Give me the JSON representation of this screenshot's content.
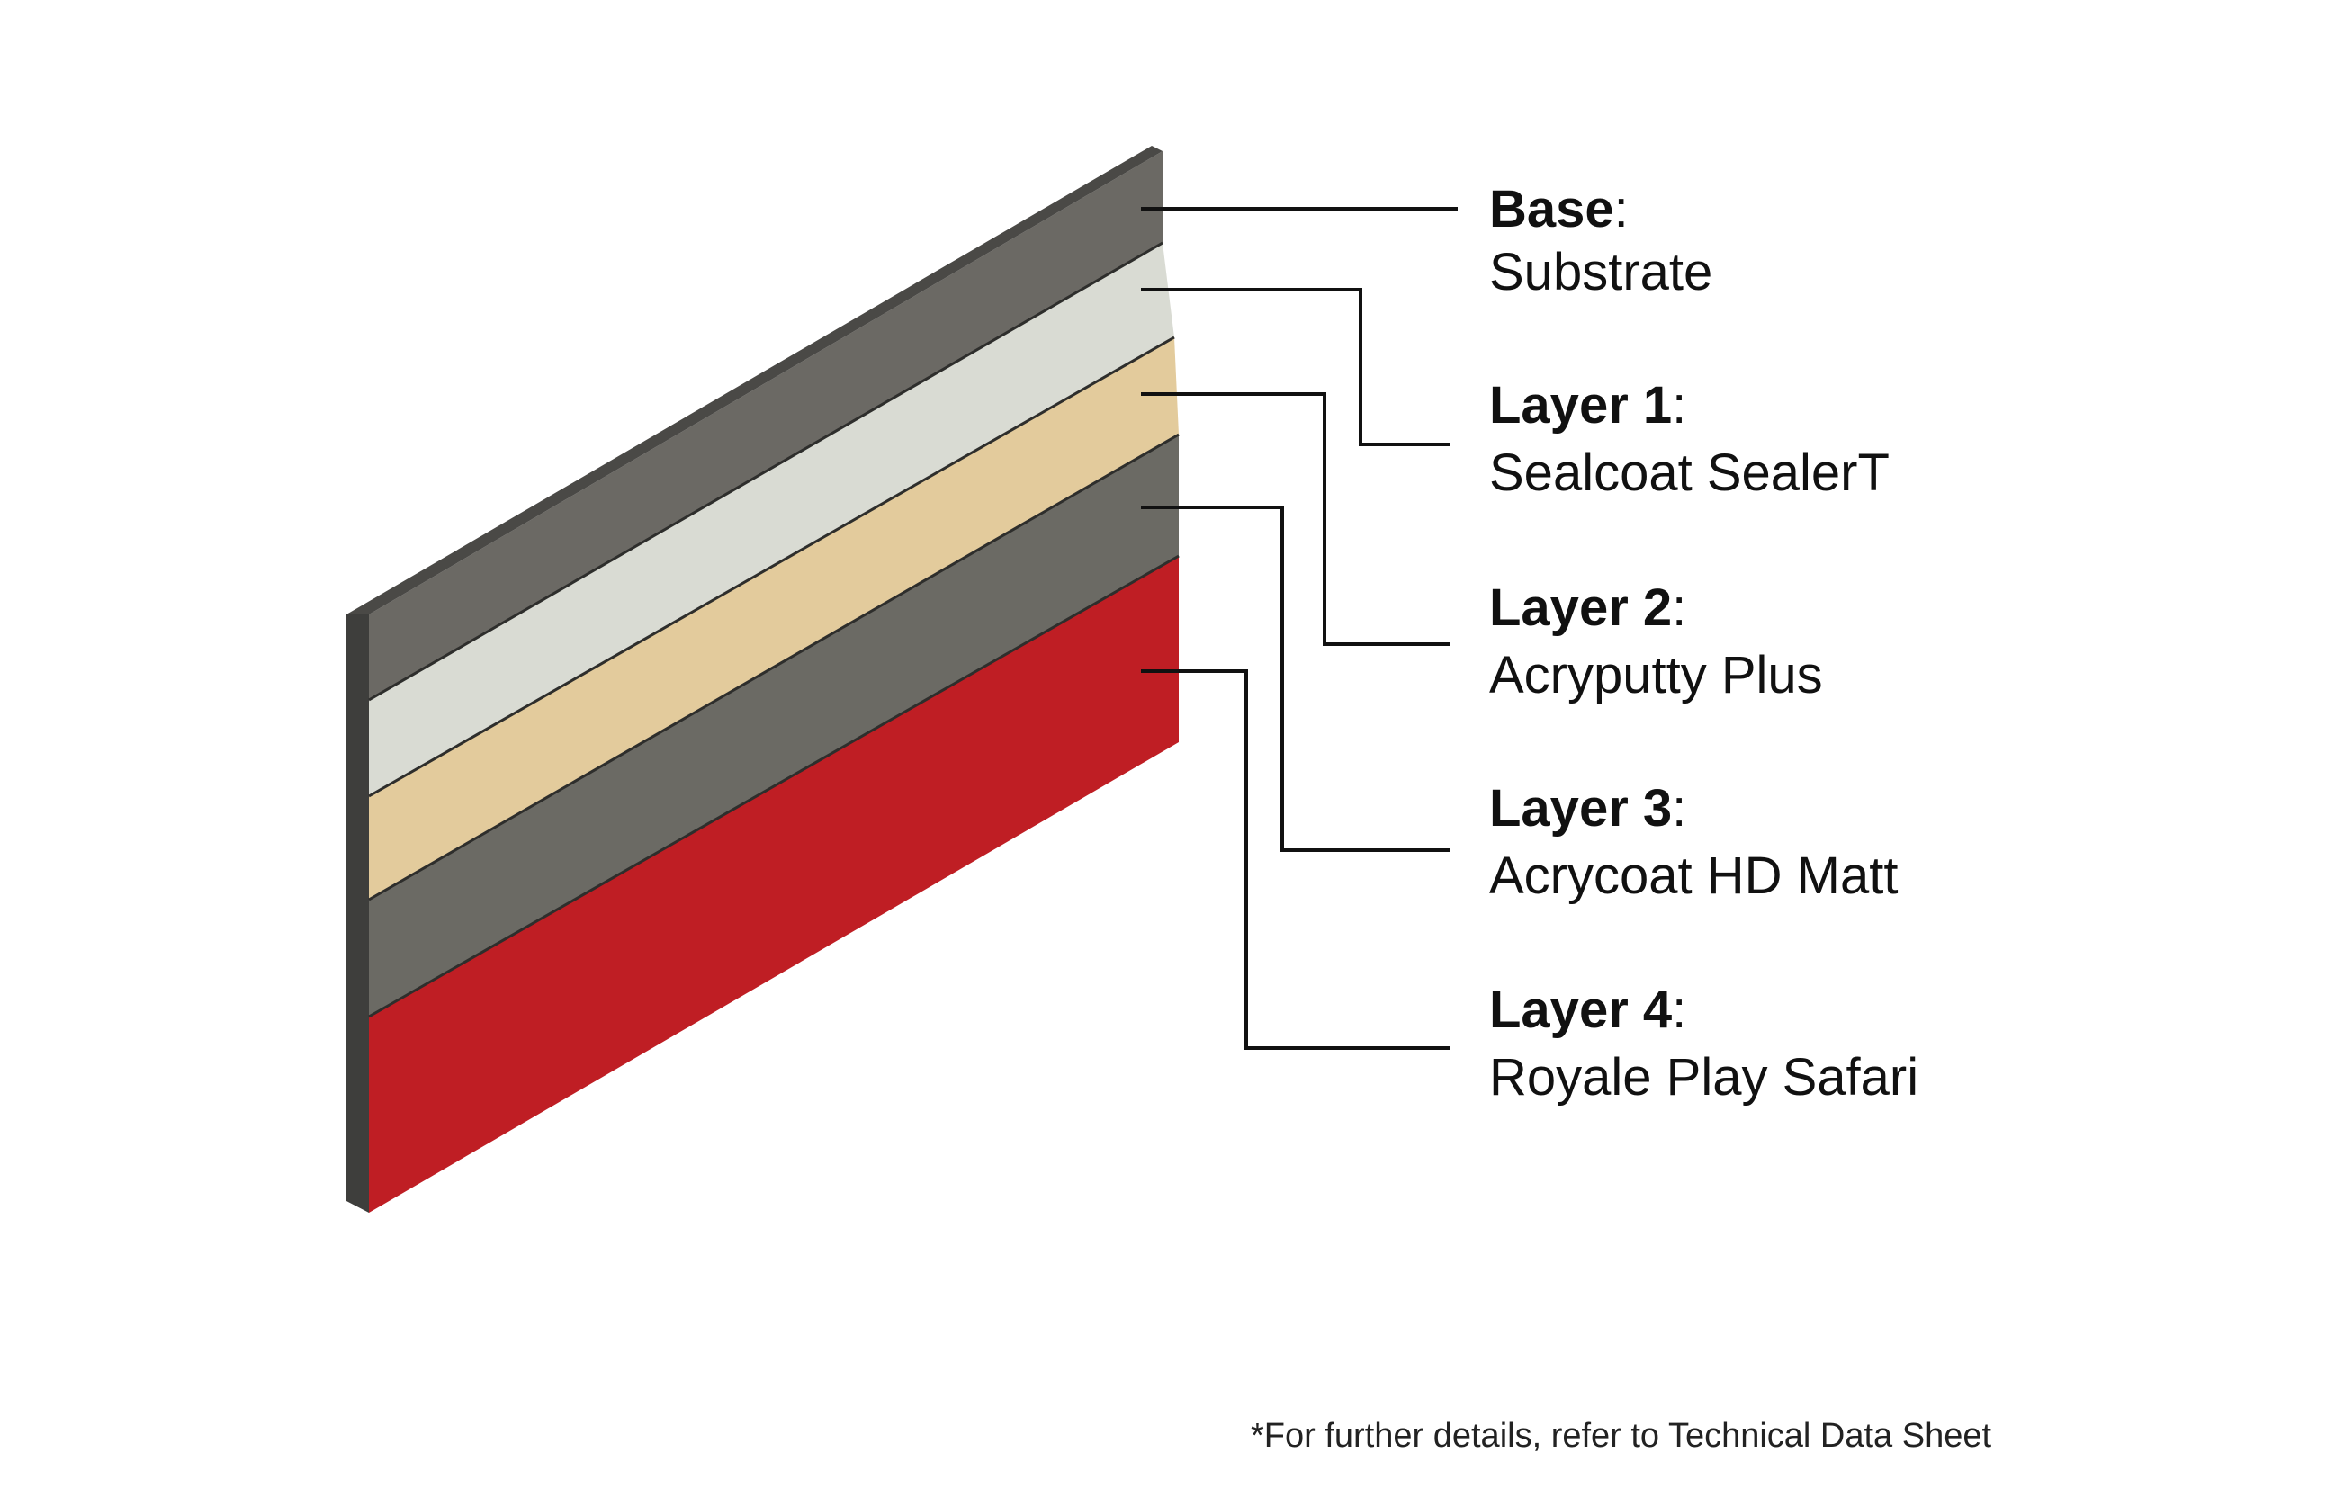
{
  "layers": [
    {
      "title": "Base",
      "product": "Substrate",
      "color": "#6b6964"
    },
    {
      "title": "Layer 1",
      "product": "Sealcoat SealerT",
      "color": "#d9dbd3"
    },
    {
      "title": "Layer 2",
      "product": "Acryputty Plus",
      "color": "#e3cb9c"
    },
    {
      "title": "Layer 3",
      "product": "Acrycoat HD Matt",
      "color": "#6b6a64"
    },
    {
      "title": "Layer 4",
      "product": "Royale Play Safari",
      "color": "#bf1e24"
    }
  ],
  "colors": {
    "panel_edge": "#3e3e3c",
    "leader_line": "#111111"
  },
  "footnote": "*For further details, refer to Technical Data Sheet"
}
